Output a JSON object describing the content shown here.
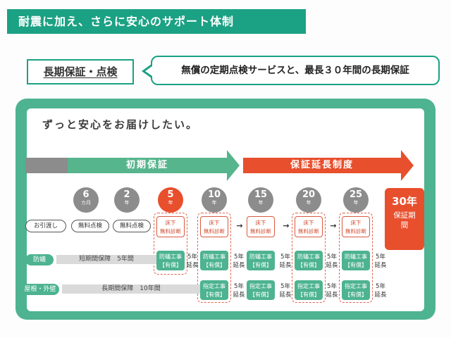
{
  "header": {
    "banner": "耐震に加え、さらに安心のサポート体制",
    "tag": "長期保証・点検",
    "bubble": "無償の定期点検サービスと、最長３０年間の長期保証"
  },
  "panel": {
    "heading": "ずっと安心をお届けしたい。",
    "initial_label": "初期保証",
    "extension_label": "保証延長制度",
    "milestones": [
      {
        "value": "6",
        "unit": "カ月"
      },
      {
        "value": "2",
        "unit": "年"
      },
      {
        "value": "5",
        "unit": "年"
      },
      {
        "value": "10",
        "unit": "年"
      },
      {
        "value": "15",
        "unit": "年"
      },
      {
        "value": "20",
        "unit": "年"
      },
      {
        "value": "25",
        "unit": "年"
      }
    ],
    "final": {
      "value": "30年",
      "label": "保証期間"
    },
    "timeline": {
      "handover": "お引渡し",
      "checks": [
        "無料点検",
        "無料点検"
      ],
      "diag_line1": "床下",
      "diag_line2": "無料診断",
      "arrow": "→"
    },
    "rows": {
      "termite": {
        "label": "防蟻",
        "bar": "短期間保障　5年間",
        "work_line1": "防蟻工事",
        "work_line2": "【有償】",
        "ext_line1": "5年",
        "ext_line2": "延長"
      },
      "roof": {
        "label": "屋根・外壁",
        "bar": "長期間保障　10年間",
        "work_line1": "指定工事",
        "work_line2": "【有償】",
        "ext_line1": "5年",
        "ext_line2": "延長"
      }
    }
  },
  "colors": {
    "brand_green": "#1ba183",
    "panel_green": "#4db390",
    "arrow_green": "#57b58e",
    "accent_red": "#e84f2d",
    "dashed_red": "#e2634b",
    "gray": "#8c8c8c"
  }
}
